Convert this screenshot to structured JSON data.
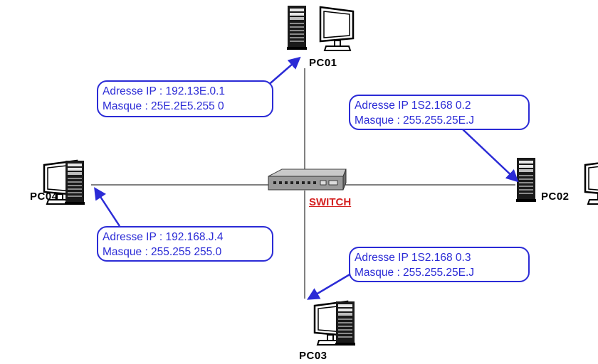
{
  "colors": {
    "callout": "#2b2bd6",
    "switch_label": "#d42020",
    "link": "#000000"
  },
  "switch": {
    "label": "SWITCH",
    "icon": "network-switch-icon"
  },
  "pcs": [
    {
      "id": "pc01",
      "label": "PC01",
      "ip_line": "Adresse IP : 192.13E.0.1",
      "mask_line": "Masque : 25E.2E5.255 0"
    },
    {
      "id": "pc02",
      "label": "PC02",
      "ip_line": "Adresse IP   1S2.168 0.2",
      "mask_line": "Masque : 255.255.25E.J"
    },
    {
      "id": "pc03",
      "label": "PC03",
      "ip_line": "Adresse IP   1S2.168 0.3",
      "mask_line": "Masque : 255.255.25E.J"
    },
    {
      "id": "pc04",
      "label": "PC04",
      "ip_line": "Adresse IP : 192.168.J.4",
      "mask_line": "Masque : 255.255 255.0"
    }
  ]
}
